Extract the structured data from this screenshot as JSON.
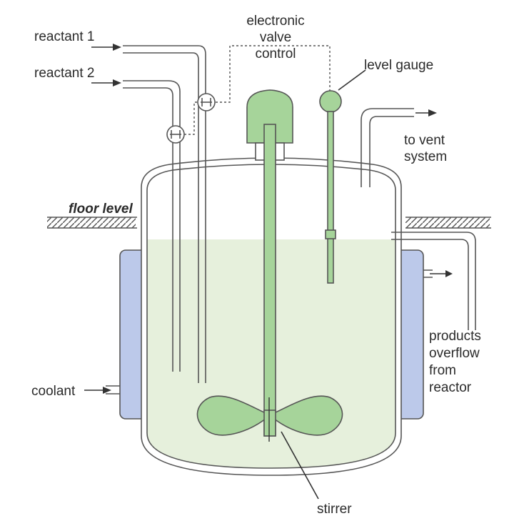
{
  "labels": {
    "reactant_1": "reactant 1",
    "reactant_2": "reactant 2",
    "electronic_valve_control": [
      "electronic",
      "valve",
      "control"
    ],
    "level_gauge": "level gauge",
    "to_vent_system": [
      "to vent",
      "system"
    ],
    "floor_level": "floor level",
    "coolant": "coolant",
    "products_overflow": [
      "products",
      "overflow",
      "from",
      "reactor"
    ],
    "stirrer": "stirrer"
  },
  "colors": {
    "liquid": "#e6f0dc",
    "green_part": "#a6d49a",
    "jacket": "#bcc9ea",
    "outline": "#555555",
    "text": "#2a2a2a"
  }
}
